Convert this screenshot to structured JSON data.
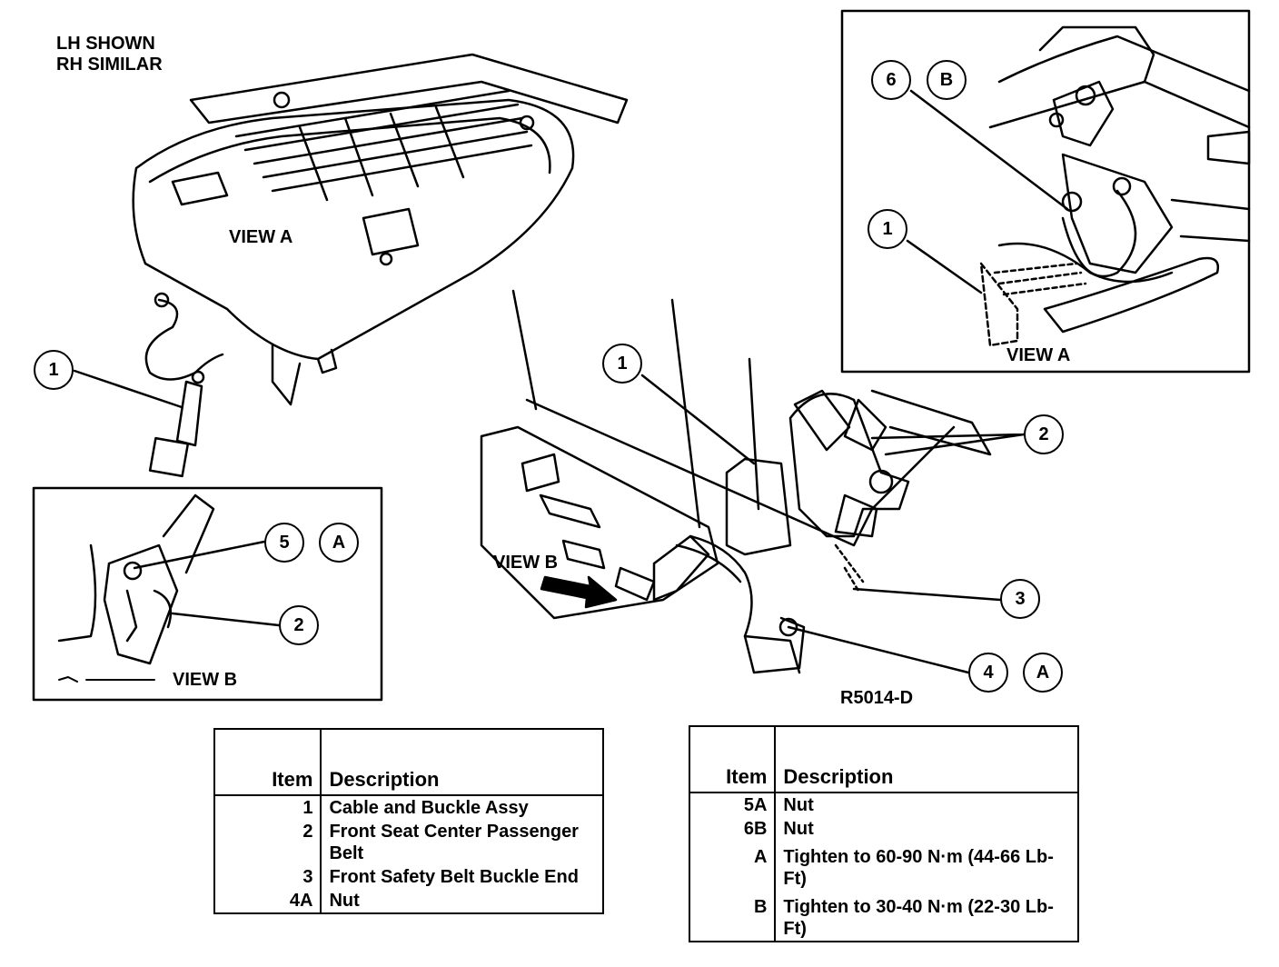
{
  "figure": {
    "note_line1": "LH SHOWN",
    "note_line2": "RH SIMILAR",
    "figure_id": "R5014-D"
  },
  "views": {
    "view_a_main": "VIEW A",
    "view_a_inset": "VIEW A",
    "view_b_main": "VIEW B",
    "view_b_inset": "VIEW B"
  },
  "callouts": {
    "seat_1": "1",
    "inset_a_6": "6",
    "inset_a_B": "B",
    "inset_a_1": "1",
    "main_1": "1",
    "main_2": "2",
    "main_3": "3",
    "main_4": "4",
    "main_4_A": "A",
    "inset_b_5": "5",
    "inset_b_A": "A",
    "inset_b_2": "2"
  },
  "table_left": {
    "headers": [
      "Item",
      "Description"
    ],
    "rows": [
      {
        "item": "1",
        "desc": "Cable and Buckle Assy"
      },
      {
        "item": "2",
        "desc": "Front Seat Center Passenger Belt"
      },
      {
        "item": "3",
        "desc": "Front Safety Belt Buckle End"
      },
      {
        "item": "4A",
        "desc": "Nut"
      }
    ]
  },
  "table_right": {
    "headers": [
      "Item",
      "Description"
    ],
    "rows": [
      {
        "item": "5A",
        "desc": "Nut"
      },
      {
        "item": "6B",
        "desc": "Nut"
      },
      {
        "item": "A",
        "desc": "Tighten to 60-90 N·m (44-66 Lb-Ft)"
      },
      {
        "item": "B",
        "desc": "Tighten to 30-40 N·m (22-30 Lb-Ft)"
      }
    ]
  }
}
